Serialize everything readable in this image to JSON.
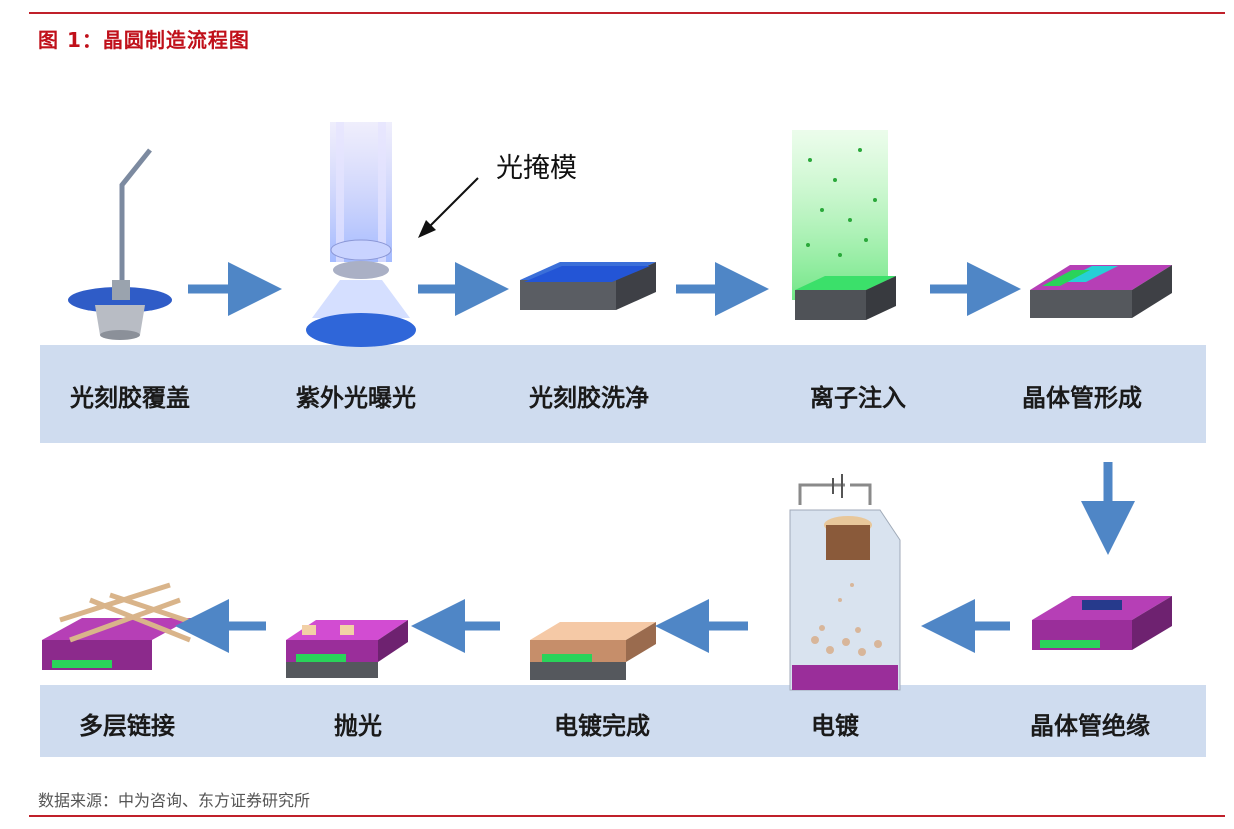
{
  "title": "图 1：晶圆制造流程图",
  "mask_label": "光掩模",
  "steps_row1": [
    "光刻胶覆盖",
    "紫外光曝光",
    "光刻胶洗净",
    "离子注入",
    "晶体管形成"
  ],
  "steps_row2": [
    "多层链接",
    "抛光",
    "电镀完成",
    "电镀",
    "晶体管绝缘"
  ],
  "source": "数据来源：中为咨询、东方证券研究所",
  "colors": {
    "accent": "#c0202a",
    "band": "#cfdcef",
    "arrow": "#4f86c6"
  }
}
